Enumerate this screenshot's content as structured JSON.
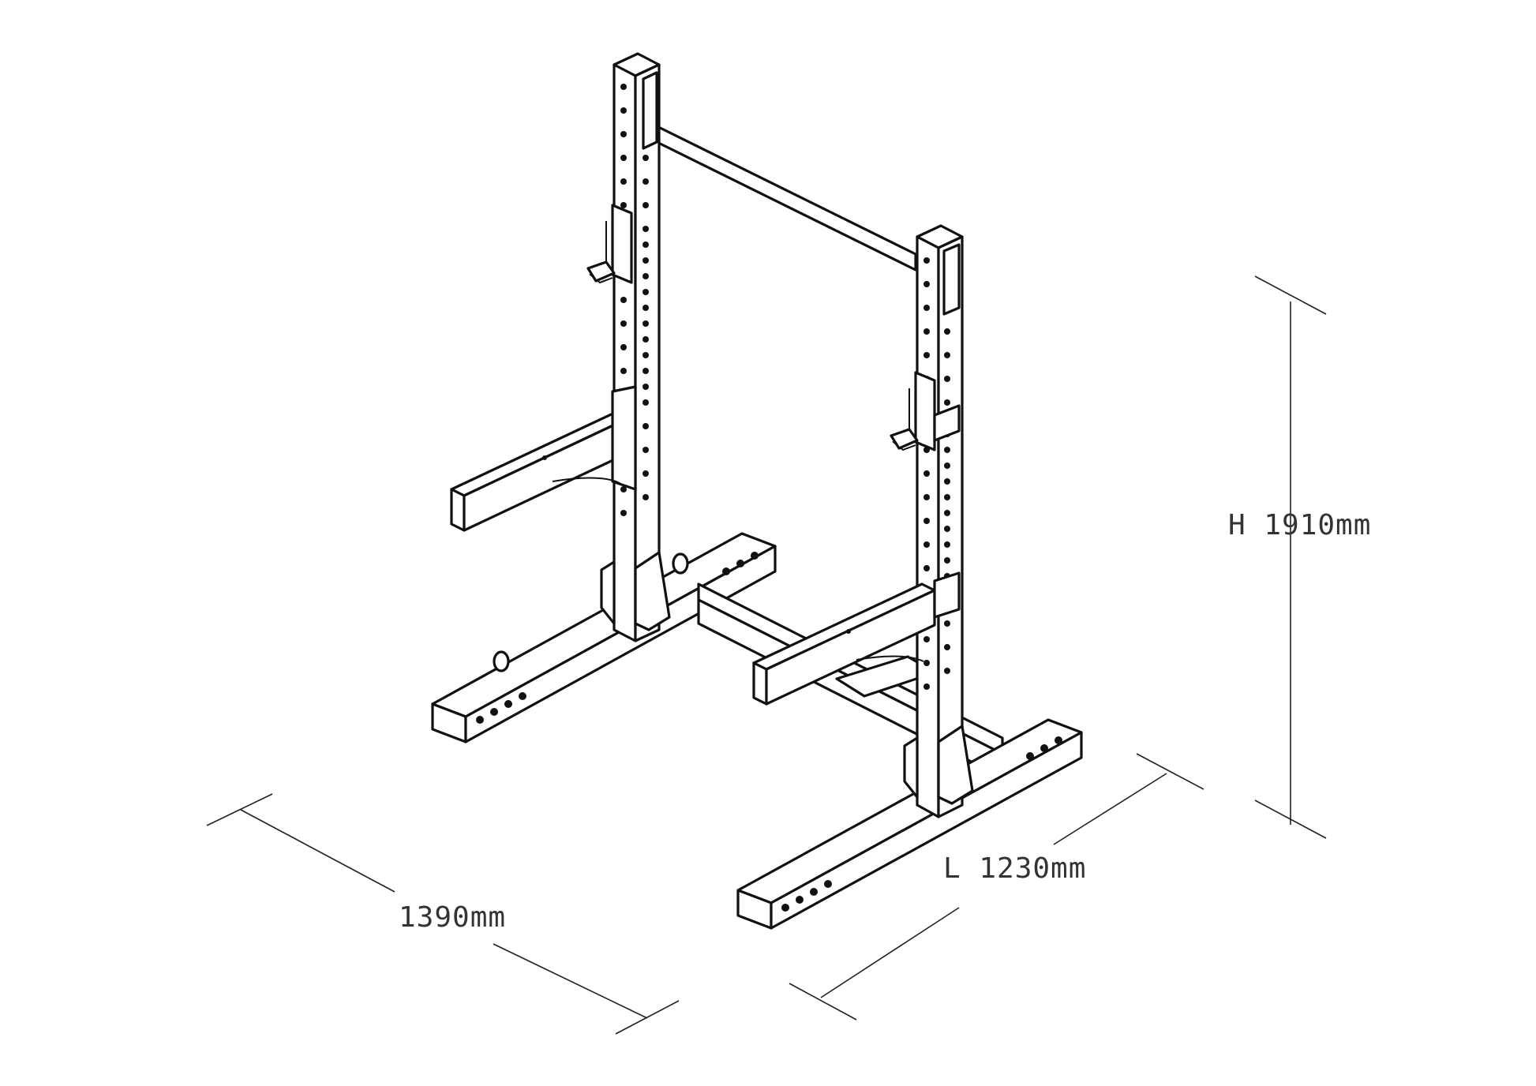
{
  "dimensions": {
    "height_label": "H 1910mm",
    "length_label": "L 1230mm",
    "depth_label": "1390mm"
  },
  "colors": {
    "line": "#111111",
    "dimension_line": "#222222",
    "background": "#ffffff"
  }
}
